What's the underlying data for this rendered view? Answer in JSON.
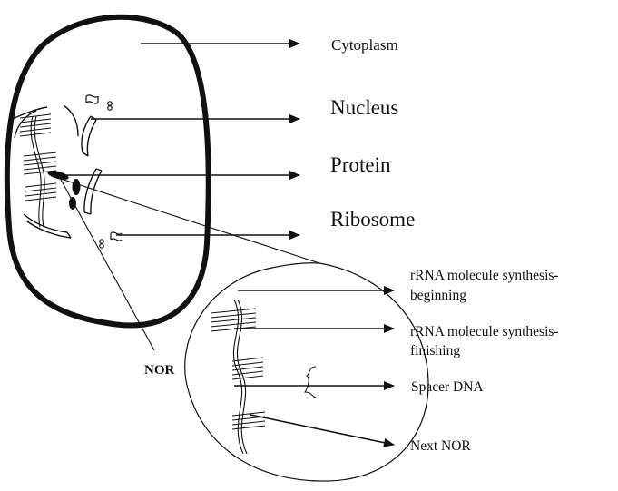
{
  "labels": {
    "cytoplasm": "Cytoplasm",
    "nucleus": "Nucleus",
    "protein": "Protein",
    "ribosome": "Ribosome",
    "rrna_begin_line1": "rRNA molecule synthesis-",
    "rrna_begin_line2": "beginning",
    "rrna_finish_line1": "rRNA molecule synthesis-",
    "rrna_finish_line2": "finishing",
    "spacer_dna": "Spacer DNA",
    "next_nor": "Next NOR",
    "nor": "NOR"
  },
  "colors": {
    "ink": "#111111",
    "background": "#ffffff"
  }
}
